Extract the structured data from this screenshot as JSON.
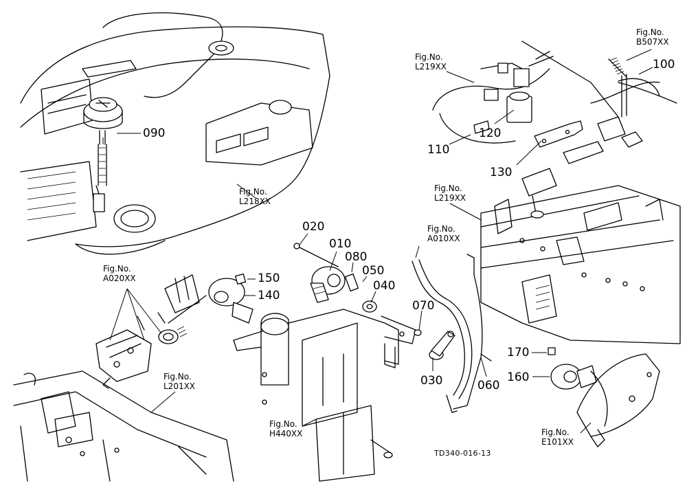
{
  "parts": {
    "p010": "010",
    "p020": "020",
    "p030": "030",
    "p040": "040",
    "p050": "050",
    "p060": "060",
    "p070": "070",
    "p080": "080",
    "p090": "090",
    "p100": "100",
    "p110": "110",
    "p120": "120",
    "p130": "130",
    "p140": "140",
    "p150": "150",
    "p160": "160",
    "p170": "170"
  },
  "figures": {
    "label": "Fig.No.",
    "l218": "L218XX",
    "l219_top": "L219XX",
    "l219_mid": "L219XX",
    "b507": "B507XX",
    "a010": "A010XX",
    "a020": "A020XX",
    "l201": "L201XX",
    "h440": "H440XX",
    "e101": "E101XX"
  },
  "drawing_code": "TD340-016-13"
}
